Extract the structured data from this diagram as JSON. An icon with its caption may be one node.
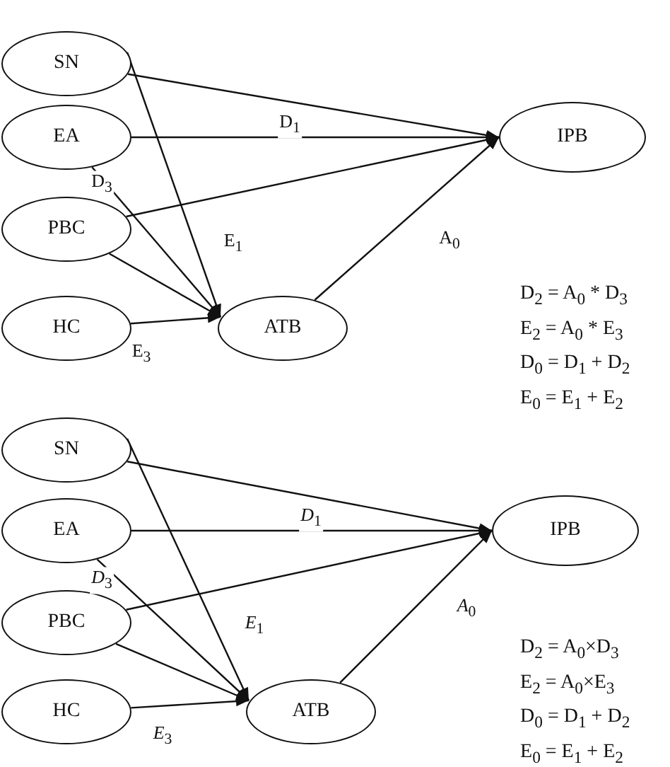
{
  "diagram": {
    "nodes": [
      {
        "text": [
          "SN"
        ]
      },
      {
        "text": [
          "EA"
        ]
      },
      {
        "text": [
          "PBC"
        ]
      },
      {
        "text": [
          "HC"
        ]
      },
      {
        "text": [
          "ATB"
        ]
      },
      {
        "text": [
          "IPB"
        ]
      },
      {
        "text": [
          "SN"
        ]
      },
      {
        "text": [
          "EA"
        ]
      },
      {
        "text": [
          "PBC"
        ]
      },
      {
        "text": [
          "HC"
        ]
      },
      {
        "text": [
          "ATB"
        ]
      },
      {
        "text": [
          "IPB"
        ]
      }
    ],
    "edges": [
      {
        "from": 0,
        "to": 5,
        "arrow": "to"
      },
      {
        "from": 0,
        "to": 4,
        "arrow": "to"
      },
      {
        "from": 1,
        "to": 5,
        "arrow": "to",
        "label": "D$_{1}$"
      },
      {
        "from": 1,
        "to": 4,
        "arrow": "to",
        "label": "D$_{3}$"
      },
      {
        "from": 2,
        "to": 5,
        "arrow": "to",
        "label": "E$_{1}$"
      },
      {
        "from": 2,
        "to": 4,
        "arrow": "to"
      },
      {
        "from": 3,
        "to": 4,
        "arrow": "to",
        "label": "E$_{3}$"
      },
      {
        "from": 4,
        "to": 5,
        "arrow": "to",
        "label": "A$_{0}$"
      },
      {
        "from": 6,
        "to": 11,
        "arrow": "to"
      },
      {
        "from": 6,
        "to": 10,
        "arrow": "to"
      },
      {
        "from": 7,
        "to": 11,
        "arrow": "to",
        "label": "*D*$_{1}$"
      },
      {
        "from": 7,
        "to": 10,
        "arrow": "to",
        "label": "*D*$_{3}$"
      },
      {
        "from": 8,
        "to": 11,
        "arrow": "to",
        "label": "*E*$_{1}$"
      },
      {
        "from": 8,
        "to": 10,
        "arrow": "to"
      },
      {
        "from": 9,
        "to": 10,
        "arrow": "to",
        "label": "*E*$_{3}$"
      },
      {
        "from": 10,
        "to": 11,
        "arrow": "to",
        "label": "*A*$_{0}$"
      }
    ],
    "labels": [
      "D$_{2}$ = A$_{0}$ * D$_{3}$",
      "E$_{2}$ = A$_{0}$ * E$_{3}$",
      "D$_{0}$ = D$_{1}$ + D$_{2}$",
      "E$_{0}$ = E$_{1}$ + E$_{2}$",
      "D$_{2}$ = A$_{0}$×D$_{3}$",
      "E$_{2}$ = A$_{0}$×E$_{3}$",
      "D$_{0}$ = D$_{1}$ + D$_{2}$",
      "E$_{0}$ = E$_{1}$ + E$_{2}$"
    ]
  }
}
